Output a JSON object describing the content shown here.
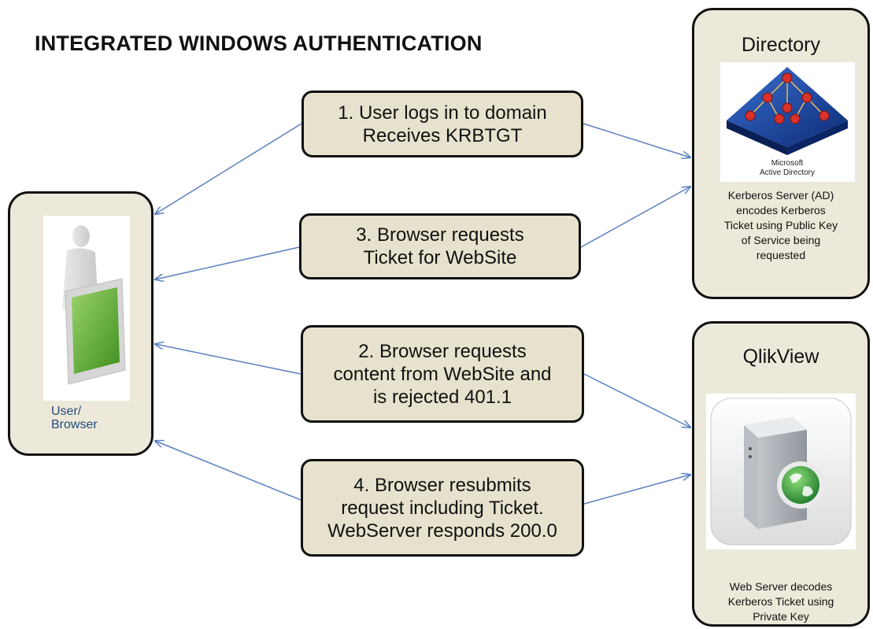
{
  "title": "INTEGRATED WINDOWS AUTHENTICATION",
  "user": {
    "label_line1": "User/",
    "label_line2": "Browser"
  },
  "directory": {
    "title": "Directory",
    "logo_line1": "Microsoft",
    "logo_line2": "Active Directory",
    "caption": "Kerberos Server (AD)\nencodes Kerberos\nTicket using Public Key\nof Service being\nrequested"
  },
  "qlikview": {
    "title": "QlikView",
    "caption": "Web Server decodes\nKerberos Ticket using\nPrivate Key"
  },
  "steps": {
    "step1": "1.   User logs in to domain\nReceives KRBTGT",
    "step3": "3. Browser requests\nTicket for WebSite",
    "step2": "2. Browser requests\ncontent from WebSite and\nis rejected 401.1",
    "step4": "4. Browser resubmits\nrequest including Ticket.\nWebServer responds 200.0"
  },
  "colors": {
    "panel": "#ece9da",
    "step": "#e6e2cd",
    "arrow": "#5b7fbf",
    "label": "#244c7a"
  }
}
